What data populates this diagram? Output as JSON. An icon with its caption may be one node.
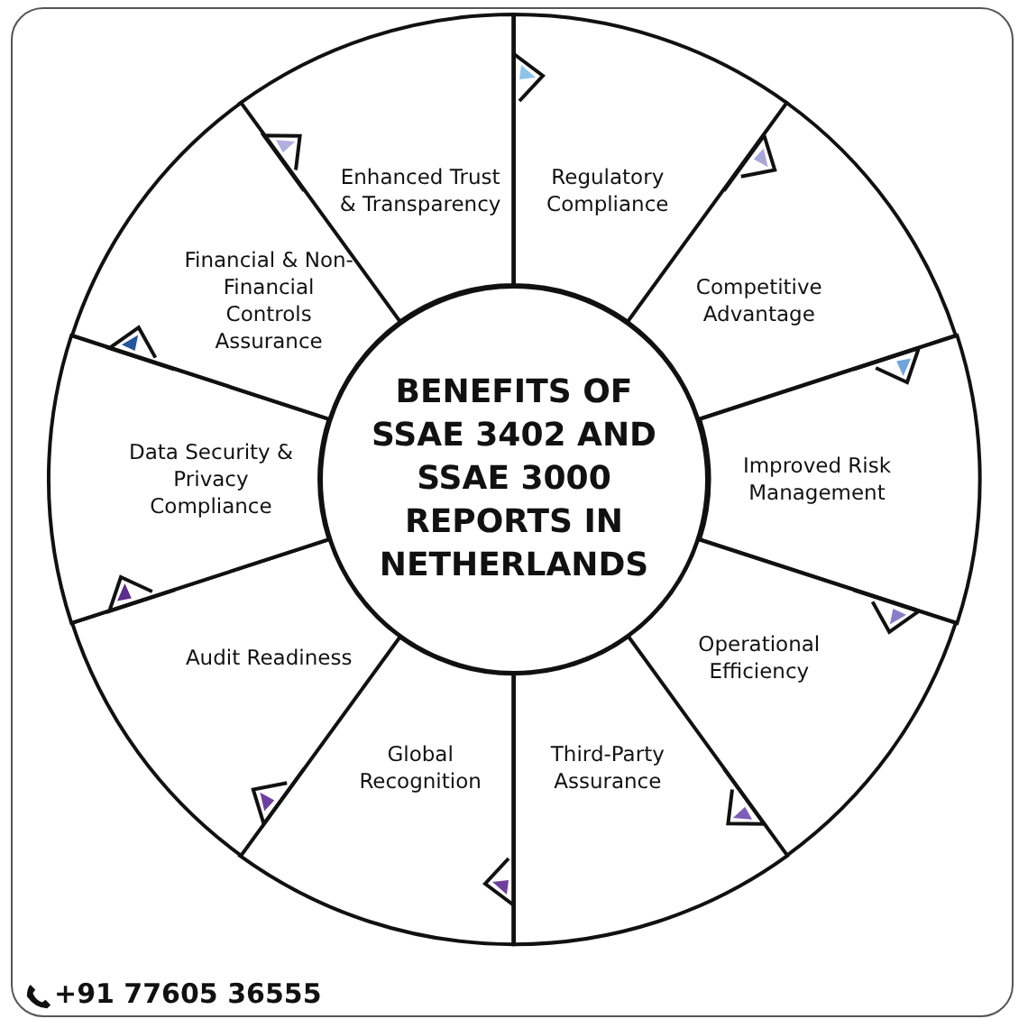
{
  "diagram": {
    "nodes": [
      {
        "text": [
          "BENEFITS OF SSAE 3402 AND SSAE 3000 REPORTS IN NETHERLANDS"
        ]
      },
      {
        "text": [
          "Enhanced Trust & Transparency"
        ]
      },
      {
        "text": [
          "Regulatory Compliance"
        ]
      },
      {
        "text": [
          "Competitive Advantage"
        ]
      },
      {
        "text": [
          "Improved Risk Management"
        ]
      },
      {
        "text": [
          "Operational Efficiency"
        ]
      },
      {
        "text": [
          "Third-Party Assurance"
        ]
      },
      {
        "text": [
          "Global Recognition"
        ]
      },
      {
        "text": [
          "Audit Readiness"
        ]
      },
      {
        "text": [
          "Data Security & Privacy Compliance"
        ]
      },
      {
        "text": [
          "Financial & Non-Financial Controls Assurance"
        ]
      }
    ],
    "labels": [
      "+91 77605 36555"
    ]
  }
}
